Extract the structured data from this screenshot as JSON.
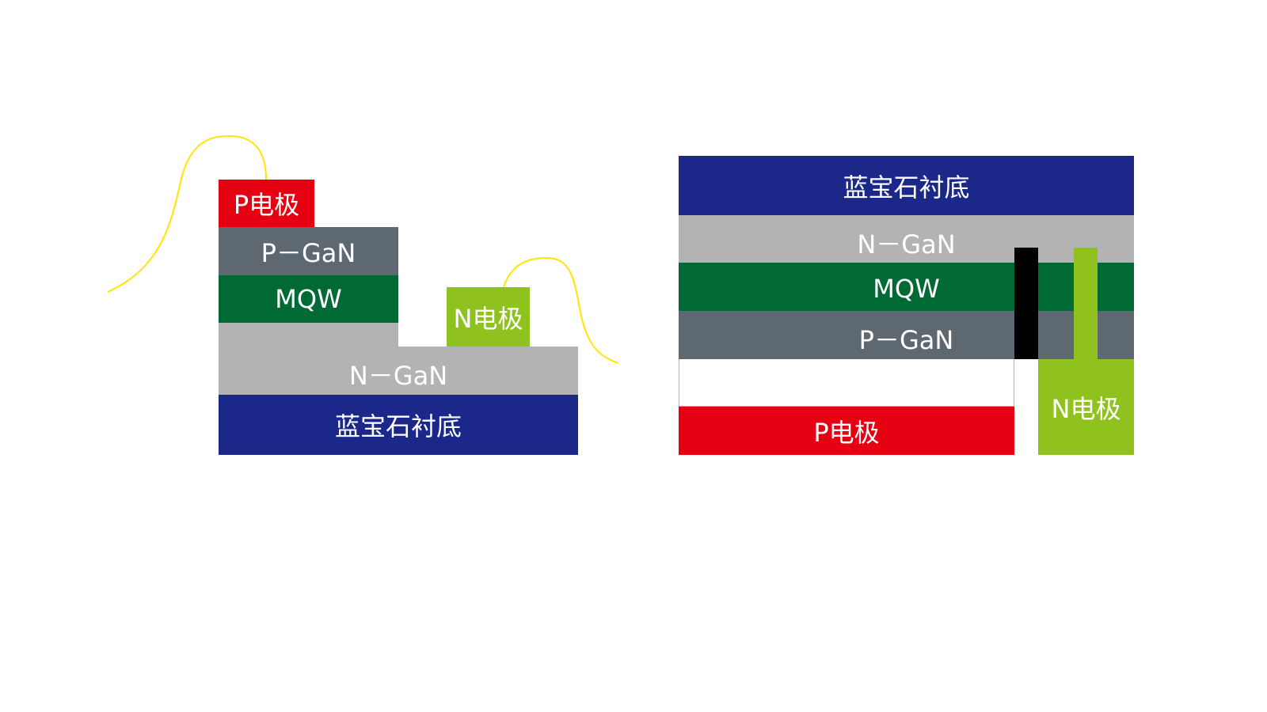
{
  "left_diagram": {
    "p_electrode": "P电极",
    "p_gan": "P－GaN",
    "mqw": "MQW",
    "n_electrode": "N电极",
    "n_gan": "N－GaN",
    "substrate": "蓝宝石衬底"
  },
  "right_diagram": {
    "substrate": "蓝宝石衬底",
    "n_gan": "N－GaN",
    "mqw": "MQW",
    "p_gan": "P－GaN",
    "p_electrode": "P电极",
    "n_electrode": "N电极"
  },
  "colors": {
    "substrate": "#1b288a",
    "n_gan": "#b3b3b3",
    "mqw": "#006934",
    "p_gan": "#5d6870",
    "p_electrode": "#e50012",
    "n_electrode": "#8fc21f",
    "wire": "#ffe600"
  }
}
